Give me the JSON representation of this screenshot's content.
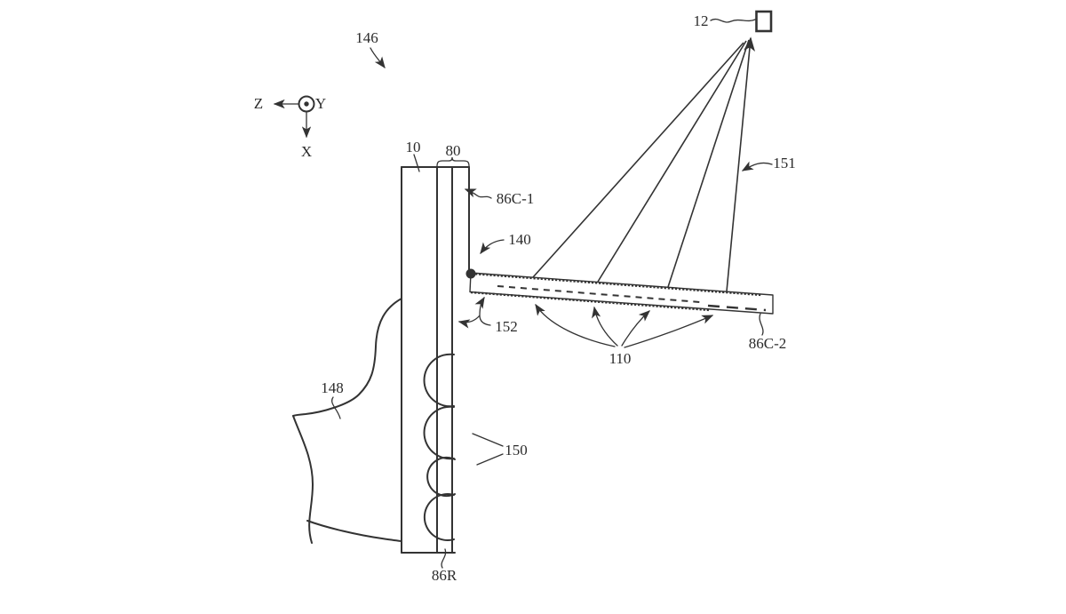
{
  "figure": {
    "colors": {
      "background": "#ffffff",
      "line": "#333333",
      "text": "#2b2b2b"
    },
    "axes": {
      "x_label": "X",
      "y_label": "Y",
      "z_label": "Z"
    },
    "labels": {
      "146": "146",
      "10": "10",
      "80": "80",
      "86C-1": "86C-1",
      "140": "140",
      "152": "152",
      "148": "148",
      "150": "150",
      "86R": "86R",
      "12": "12",
      "151": "151",
      "110": "110",
      "86C-2": "86C-2"
    }
  }
}
